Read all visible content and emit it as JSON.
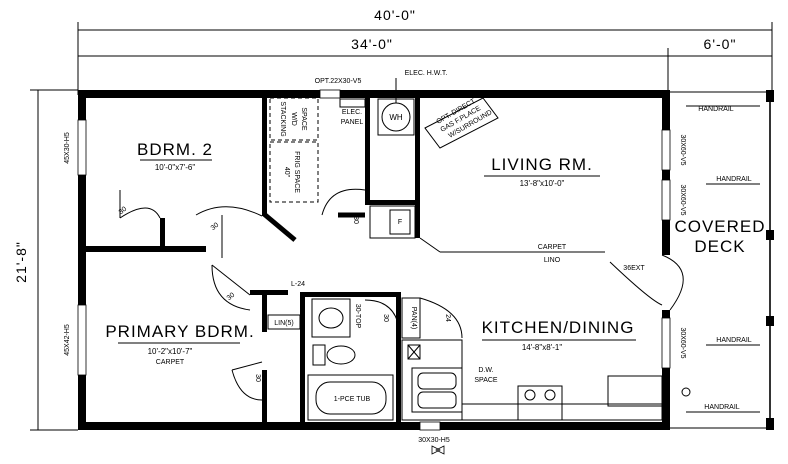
{
  "dimensions": {
    "overall_width": "40'-0\"",
    "house_width": "34'-0\"",
    "deck_width": "6'-0\"",
    "depth": "21'-8\""
  },
  "rooms": {
    "bdrm2": {
      "name": "BDRM. 2",
      "size": "10'-0\"x7'-6\""
    },
    "living": {
      "name": "LIVING RM.",
      "size": "13'-8\"x10'-0\""
    },
    "primary": {
      "name": "PRIMARY BDRM.",
      "size": "10'-2\"x10'-7\"",
      "floor": "CARPET"
    },
    "kitchen": {
      "name": "KITCHEN/DINING",
      "size": "14'-8\"x8'-1\""
    },
    "deck_line1": "COVERED",
    "deck_line2": "DECK"
  },
  "annotations": {
    "opt_window_top": "OPT.22X30-V5",
    "elec_hwt": "ELEC. H.W.T.",
    "elec_panel_1": "ELEC.",
    "elec_panel_2": "PANEL",
    "water_heater": "WH",
    "stacking_1": "STACKING",
    "stacking_2": "W/D",
    "stacking_3": "SPACE",
    "fridge_1": "40\"",
    "fridge_2": "FRIG SPACE",
    "fireplace_1": "OPT. DIRECT",
    "fireplace_2": "GAS F.PLACE",
    "fireplace_3": "W/SURROUND",
    "carpet": "CARPET",
    "lino": "LINO",
    "door_36ext": "36EXT",
    "door_30_bdrm2": "30",
    "door_30_hall": "30",
    "door_30_bath": "30",
    "door_30_closet": "30",
    "door_30_primary": "30",
    "door_24_pantry": "24",
    "shower_f": "F",
    "linen_label": "L-24",
    "lin": "LIN(5)",
    "pan": "PAN(4)",
    "tub": "1-PCE TUB",
    "tub_label": "30-TOP",
    "dw_1": "D.W.",
    "dw_2": "SPACE",
    "window_left_top": "45X30-H5",
    "window_left_bottom": "45X42-H5",
    "window_right_1": "30X60-V5",
    "window_right_2": "30X60-V5",
    "window_right_3": "30X60-V5",
    "window_bottom": "30X30-H5",
    "handrail_1": "HANDRAIL",
    "handrail_2": "HANDRAIL",
    "handrail_3": "HANDRAIL",
    "handrail_4": "HANDRAIL"
  }
}
